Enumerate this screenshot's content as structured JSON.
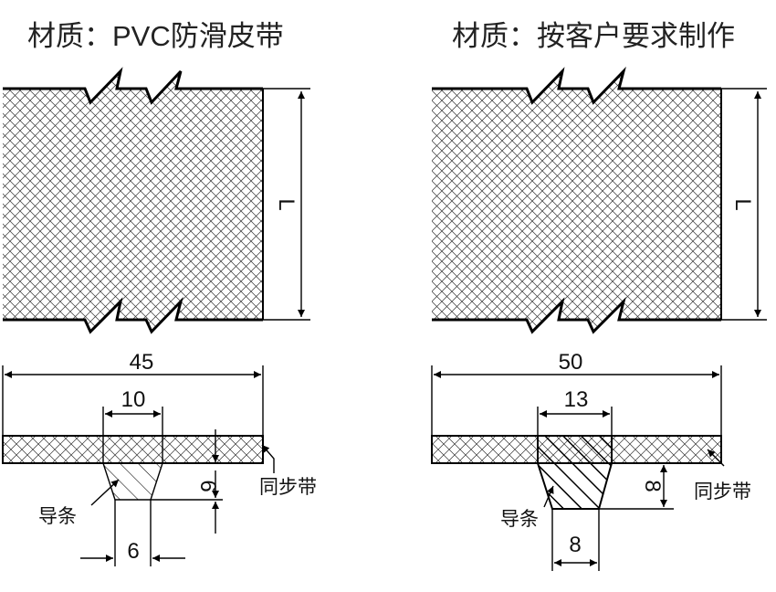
{
  "left_panel": {
    "title": "材质：PVC防滑皮带",
    "length_label": "L",
    "width_dim": "45",
    "guide_width_dim": "10",
    "guide_height_dim": "6",
    "guide_bottom_dim": "6",
    "belt_label": "同步带",
    "guide_label": "导条"
  },
  "right_panel": {
    "title": "材质：按客户要求制作",
    "length_label": "L",
    "width_dim": "50",
    "guide_width_dim": "13",
    "guide_height_dim": "8",
    "guide_bottom_dim": "8",
    "belt_label": "同步带",
    "guide_label": "导条"
  },
  "colors": {
    "line": "#000000",
    "hatch": "#333333",
    "background": "#ffffff"
  }
}
